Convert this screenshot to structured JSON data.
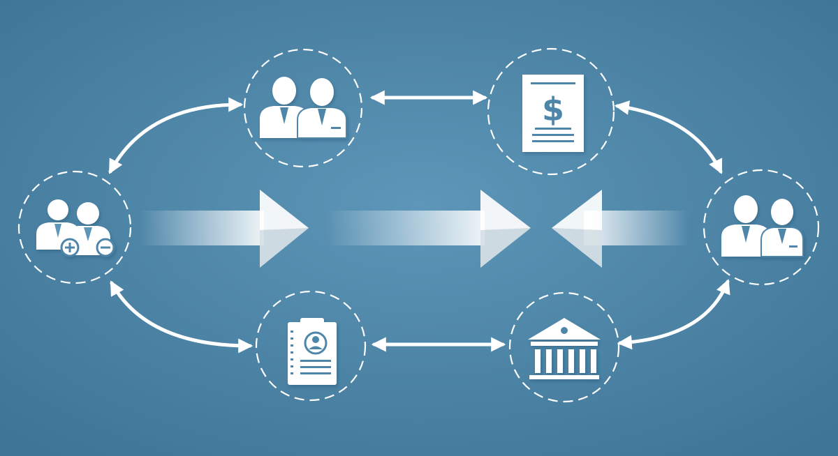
{
  "diagram": {
    "background": {
      "center": "#5d96b8",
      "edge": "#3f7597"
    },
    "colors": {
      "icon": "#ffffff",
      "stroke": "#ffffff",
      "shadow": "#2d5d7c",
      "dollar": "#4e86a8"
    },
    "nodes": [
      {
        "id": "merging-parties",
        "icon": "two-people-plus-minus-icon"
      },
      {
        "id": "team",
        "icon": "two-businessmen-icon"
      },
      {
        "id": "financial-document",
        "icon": "dollar-document-icon",
        "symbol": "$"
      },
      {
        "id": "counterparty",
        "icon": "two-businessmen-icon"
      },
      {
        "id": "profile-file",
        "icon": "profile-document-icon"
      },
      {
        "id": "bank",
        "icon": "bank-building-icon"
      }
    ],
    "connections": [
      {
        "from": "merging-parties",
        "to": "team"
      },
      {
        "from": "team",
        "to": "financial-document"
      },
      {
        "from": "financial-document",
        "to": "counterparty"
      },
      {
        "from": "merging-parties",
        "to": "profile-file"
      },
      {
        "from": "profile-file",
        "to": "bank"
      },
      {
        "from": "bank",
        "to": "counterparty"
      }
    ],
    "flow_arrows": [
      {
        "id": "left",
        "direction": "right"
      },
      {
        "id": "center",
        "direction": "right"
      },
      {
        "id": "right",
        "direction": "left"
      }
    ]
  }
}
